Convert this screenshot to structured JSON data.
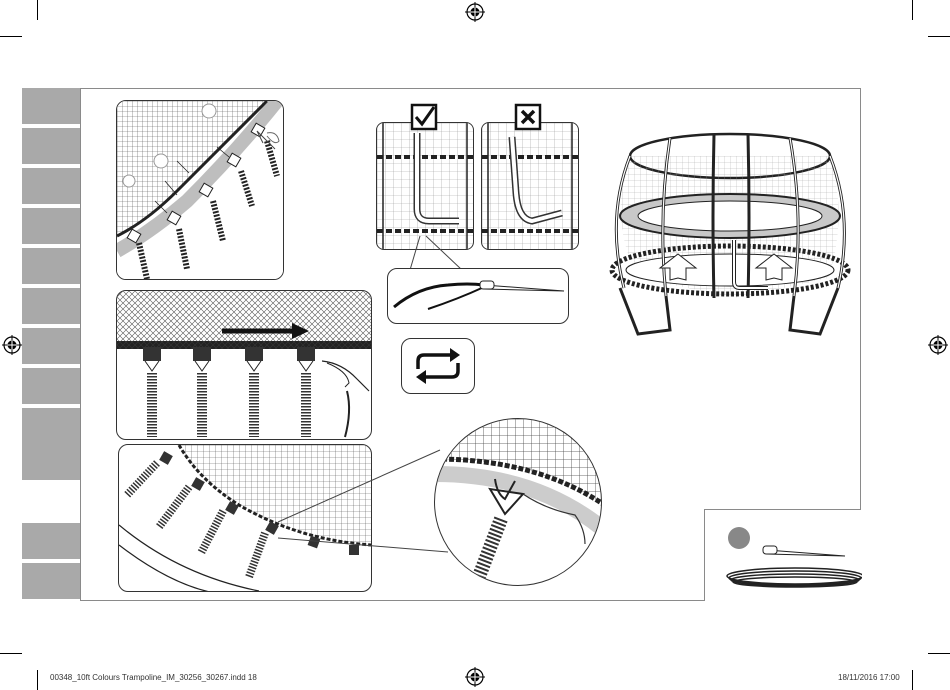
{
  "footer": {
    "filename": "00348_10ft Colours Trampoline_IM_30256_30267.indd   18",
    "datetime": "18/11/2016   17:00"
  },
  "sidebar": {
    "tab_count": 10,
    "bottom_tab_count": 2
  },
  "icons": {
    "check": "check-box-icon",
    "cross": "cross-box-icon",
    "repeat": "repeat-icon",
    "registration": "registration-mark-icon"
  },
  "colors": {
    "tab_gray": "#a9a9a9",
    "line": "#333333",
    "net_gray": "#8c8c8c"
  }
}
